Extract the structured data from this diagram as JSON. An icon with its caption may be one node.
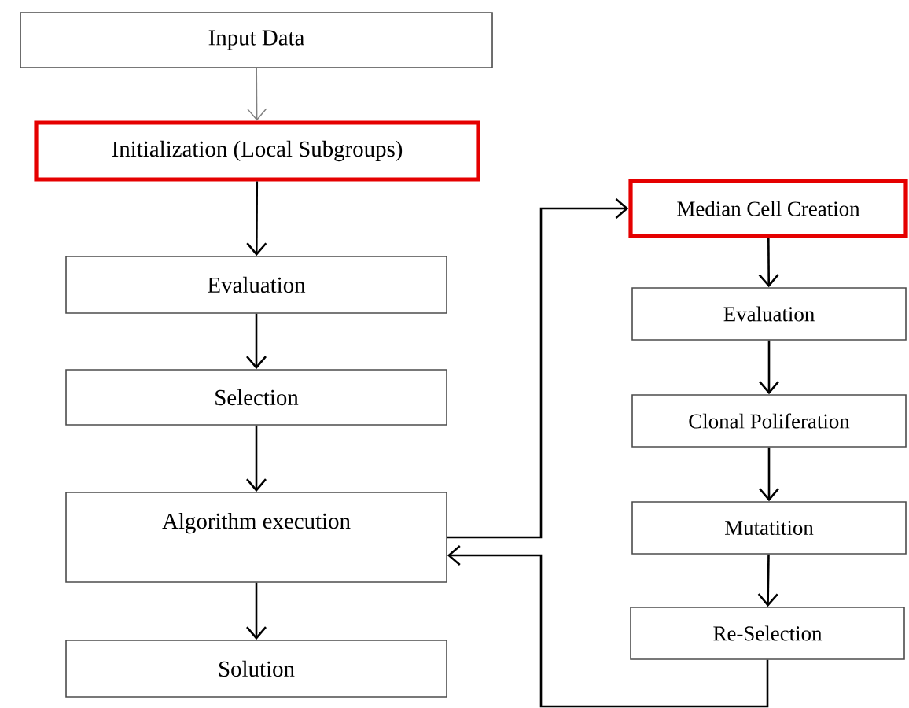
{
  "diagram": {
    "nodes": [
      {
        "text": [
          "Input Data"
        ]
      },
      {
        "text": [
          "Initialization (Local Subgroups)"
        ]
      },
      {
        "text": [
          "Evaluation"
        ]
      },
      {
        "text": [
          "Selection"
        ]
      },
      {
        "text": [
          "Algorithm execution"
        ]
      },
      {
        "text": [
          "Solution"
        ]
      },
      {
        "text": [
          "Median Cell Creation"
        ]
      },
      {
        "text": [
          "Evaluation"
        ]
      },
      {
        "text": [
          "Clonal Poliferation"
        ]
      },
      {
        "text": [
          "Mutatition"
        ]
      },
      {
        "text": [
          "Re-Selection"
        ]
      }
    ],
    "edges": [
      {
        "from": 0,
        "to": 1,
        "arrow": "to",
        "color": "#808080"
      },
      {
        "from": 1,
        "to": 2,
        "arrow": "to"
      },
      {
        "from": 2,
        "to": 3,
        "arrow": "to"
      },
      {
        "from": 3,
        "to": 4,
        "arrow": "to"
      },
      {
        "from": 4,
        "to": 5,
        "arrow": "to"
      },
      {
        "from": 4,
        "to": 6,
        "arrow": "to"
      },
      {
        "from": 6,
        "to": 7,
        "arrow": "to"
      },
      {
        "from": 7,
        "to": 8,
        "arrow": "to"
      },
      {
        "from": 8,
        "to": 9,
        "arrow": "to"
      },
      {
        "from": 9,
        "to": 10,
        "arrow": "to"
      },
      {
        "from": 10,
        "to": 4,
        "arrow": "to"
      }
    ]
  }
}
